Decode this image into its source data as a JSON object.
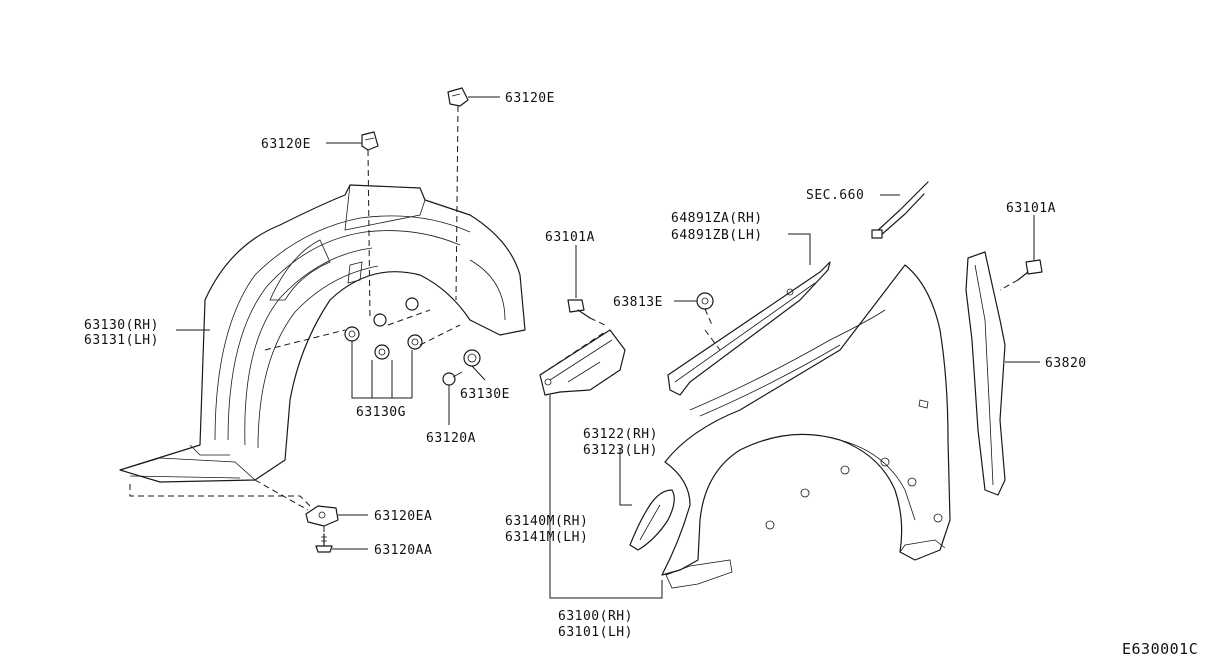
{
  "diagram_code": "E630001C",
  "labels": {
    "l_63120E_top": "63120E",
    "l_63120E_left": "63120E",
    "l_63130_rh": "63130(RH)",
    "l_63131_lh": "63131(LH)",
    "l_63130G": "63130G",
    "l_63120A": "63120A",
    "l_63130E": "63130E",
    "l_63120EA": "63120EA",
    "l_63120AA": "63120AA",
    "l_63101A_mid": "63101A",
    "l_63813E": "63813E",
    "l_64891ZA": "64891ZA(RH)",
    "l_64891ZB": "64891ZB(LH)",
    "l_SEC660": "SEC.660",
    "l_63101A_right": "63101A",
    "l_63820": "63820",
    "l_63122_rh": "63122(RH)",
    "l_63123_lh": "63123(LH)",
    "l_63140M_rh": "63140M(RH)",
    "l_63141M_lh": "63141M(LH)",
    "l_63100_rh": "63100(RH)",
    "l_63101_lh": "63101(LH)"
  }
}
